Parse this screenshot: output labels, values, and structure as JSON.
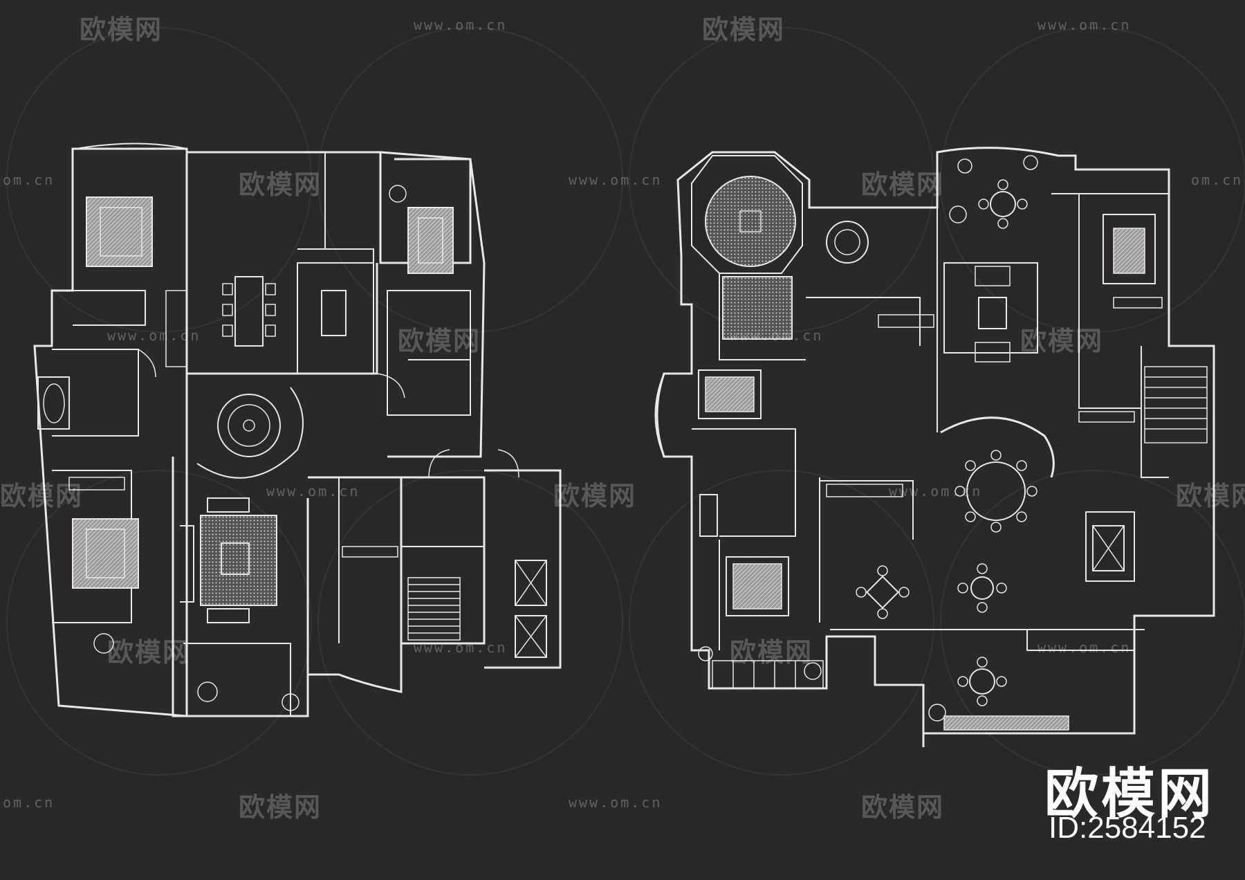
{
  "watermark": {
    "logo_text": "欧模网",
    "url_text": "www.om.cn",
    "url_short": "om.cn"
  },
  "brand": {
    "name": "欧模网",
    "id_text": "ID:2584152"
  },
  "colors": {
    "background": "#2a2829",
    "line": "#e8e8e8",
    "hatch": "#bdbdbd"
  }
}
